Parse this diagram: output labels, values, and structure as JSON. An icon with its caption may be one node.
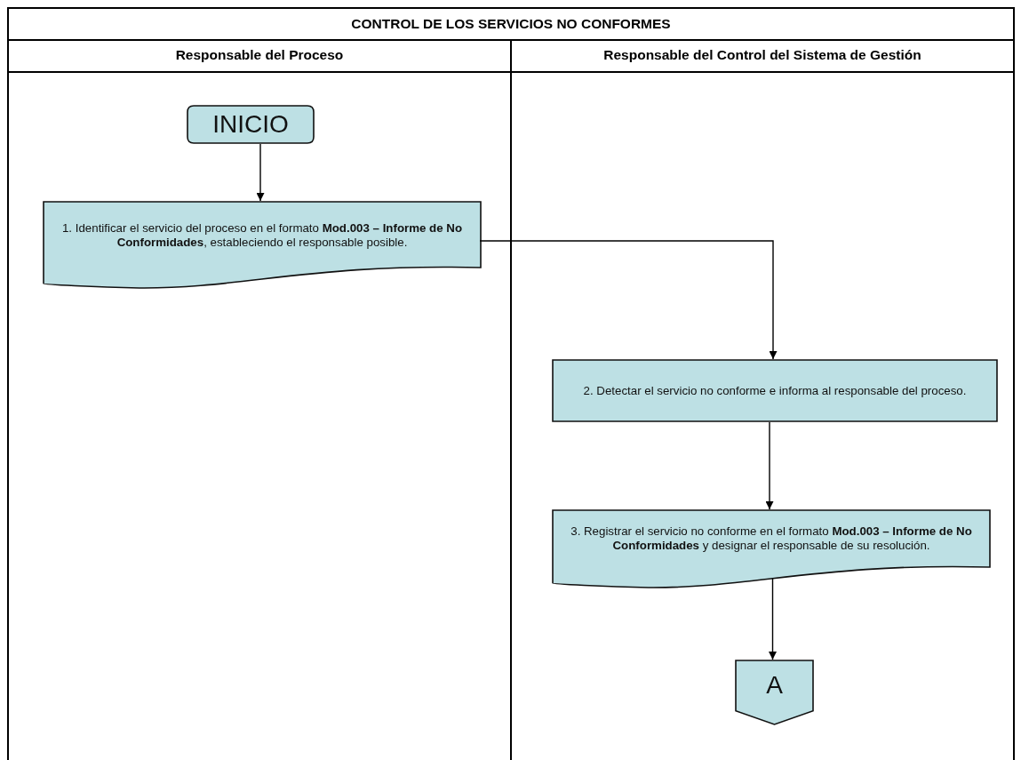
{
  "diagram": {
    "title": "CONTROL DE LOS SERVICIOS NO CONFORMES",
    "nodes": [
      {
        "text": [
          "Responsable del Proceso"
        ]
      },
      {
        "text": [
          "Responsable del Control del Sistema de Gestión"
        ]
      },
      {
        "text": [
          "INICIO"
        ],
        "in": 0
      },
      {
        "text": [
          "1. Identificar el servicio del proceso en el formato **Mod.003 – Informe de No Conformidades**, estableciendo el responsable posible."
        ],
        "in": 0
      },
      {
        "text": [
          "2. Detectar el servicio no conforme e informa al responsable del proceso."
        ],
        "in": 1
      },
      {
        "text": [
          "3. Registrar el servicio no conforme en el formato **Mod.003 – Informe de No Conformidades** y designar el responsable de su resolución."
        ],
        "in": 1
      },
      {
        "text": [
          "A"
        ],
        "in": 1
      }
    ],
    "edges": [
      {
        "from": 2,
        "to": 3,
        "arrow": "to"
      },
      {
        "from": 3,
        "to": 4,
        "arrow": "to"
      },
      {
        "from": 4,
        "to": 5,
        "arrow": "to"
      },
      {
        "from": 5,
        "to": 6,
        "arrow": "to"
      }
    ]
  }
}
